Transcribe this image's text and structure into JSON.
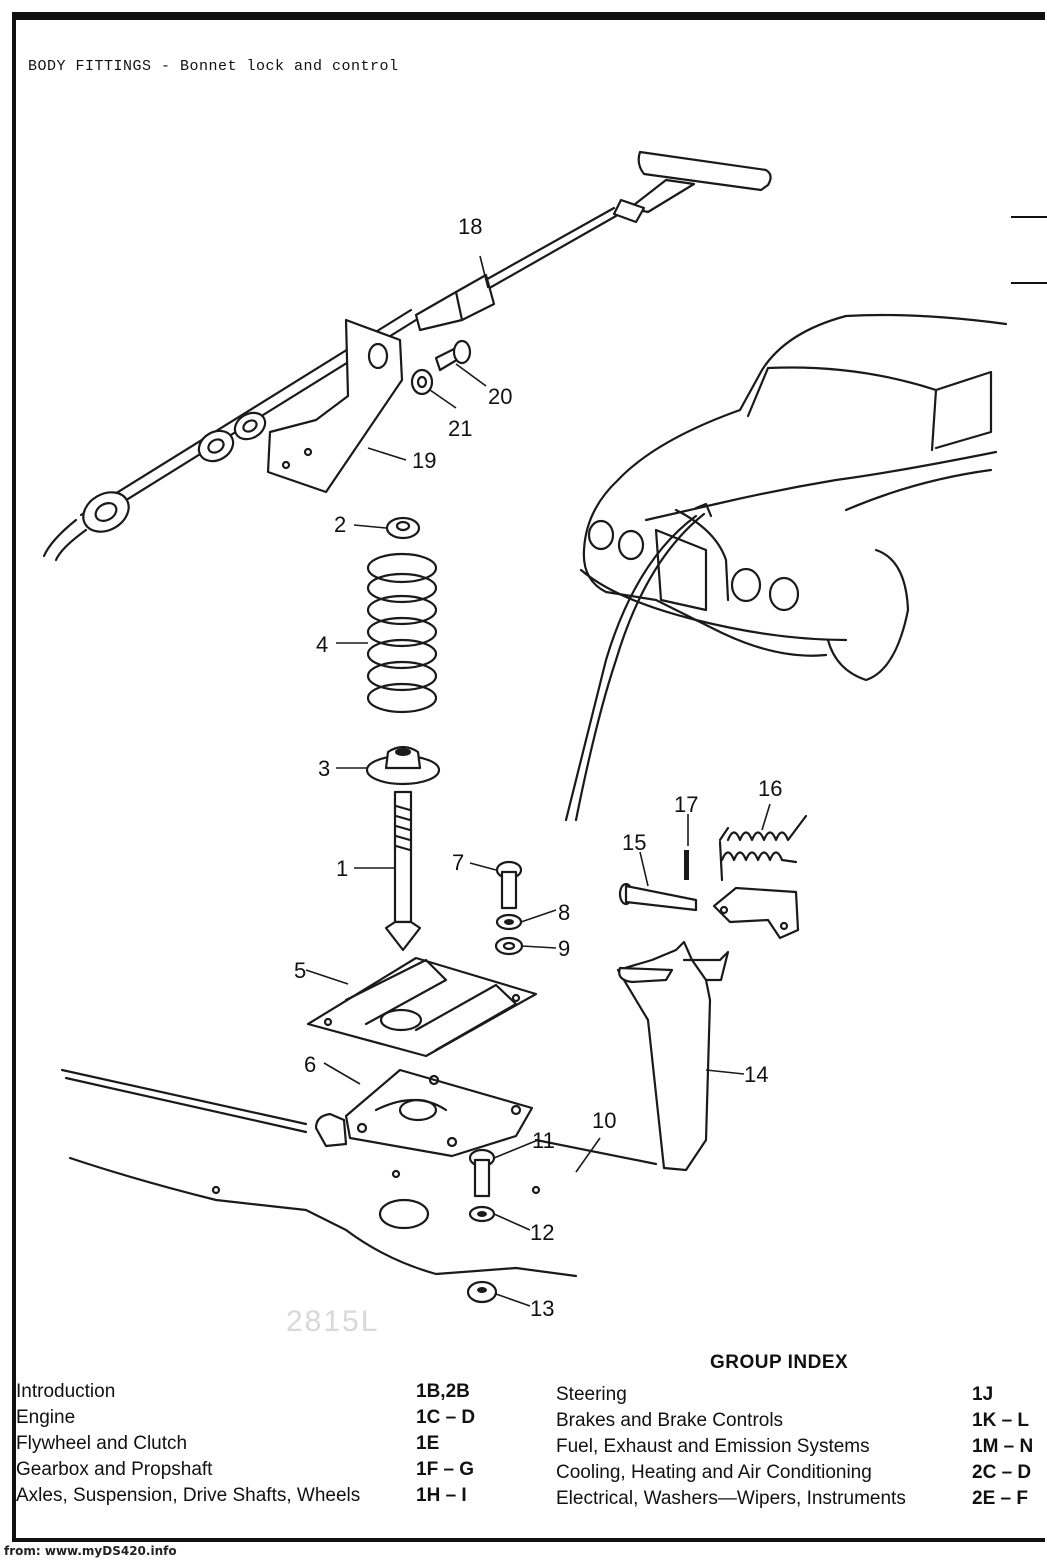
{
  "header": {
    "title": "BODY FITTINGS - Bonnet lock and control"
  },
  "faint_mark": "2815L",
  "callouts": {
    "c1": "1",
    "c2": "2",
    "c3": "3",
    "c4": "4",
    "c5": "5",
    "c6": "6",
    "c7": "7",
    "c8": "8",
    "c9": "9",
    "c10": "10",
    "c11": "11",
    "c12": "12",
    "c13": "13",
    "c14": "14",
    "c15": "15",
    "c16": "16",
    "c17": "17",
    "c18": "18",
    "c19": "19",
    "c20": "20",
    "c21": "21"
  },
  "group_index": {
    "title": "GROUP INDEX",
    "left": [
      {
        "label": "Introduction",
        "code": "1B,2B"
      },
      {
        "label": "Engine",
        "code": "1C – D"
      },
      {
        "label": "Flywheel and Clutch",
        "code": "1E"
      },
      {
        "label": "Gearbox and Propshaft",
        "code": "1F – G"
      },
      {
        "label": "Axles, Suspension, Drive Shafts, Wheels",
        "code": "1H – I"
      }
    ],
    "right": [
      {
        "label": "Steering",
        "code": "1J"
      },
      {
        "label": "Brakes and Brake Controls",
        "code": "1K – L"
      },
      {
        "label": "Fuel, Exhaust and Emission Systems",
        "code": "1M – N"
      },
      {
        "label": "Cooling, Heating and Air Conditioning",
        "code": "2C – D"
      },
      {
        "label": "Electrical, Washers—Wipers, Instruments",
        "code": "2E – F"
      }
    ]
  },
  "footer": {
    "source": "from: www.myDS420.info"
  }
}
